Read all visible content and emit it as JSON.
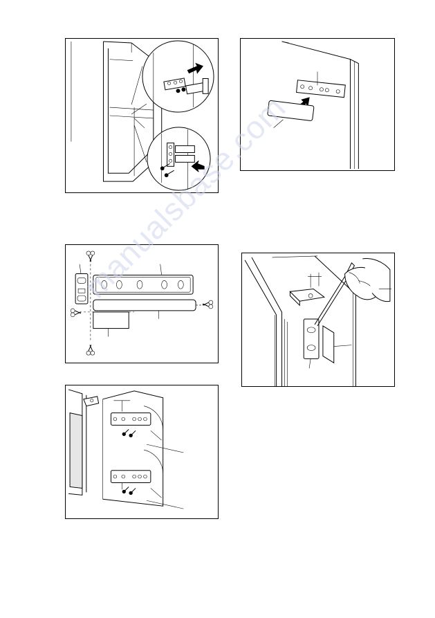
{
  "page": {
    "watermark": "manualsbase.com"
  },
  "figures": [
    {
      "id": "fig-1",
      "subject": "door-hinge-slide-assembly"
    },
    {
      "id": "fig-2",
      "subject": "door-slide-bracket-and-cover"
    },
    {
      "id": "fig-3",
      "subject": "mounting-template-cut-out"
    },
    {
      "id": "fig-4",
      "subject": "screwdriver-adjustment-gap"
    },
    {
      "id": "fig-5",
      "subject": "door-slides-screw-positions"
    }
  ],
  "icons": [
    "arrow-icon",
    "scissors-icon",
    "screw-icon",
    "screwdriver-icon",
    "hand-icon"
  ]
}
